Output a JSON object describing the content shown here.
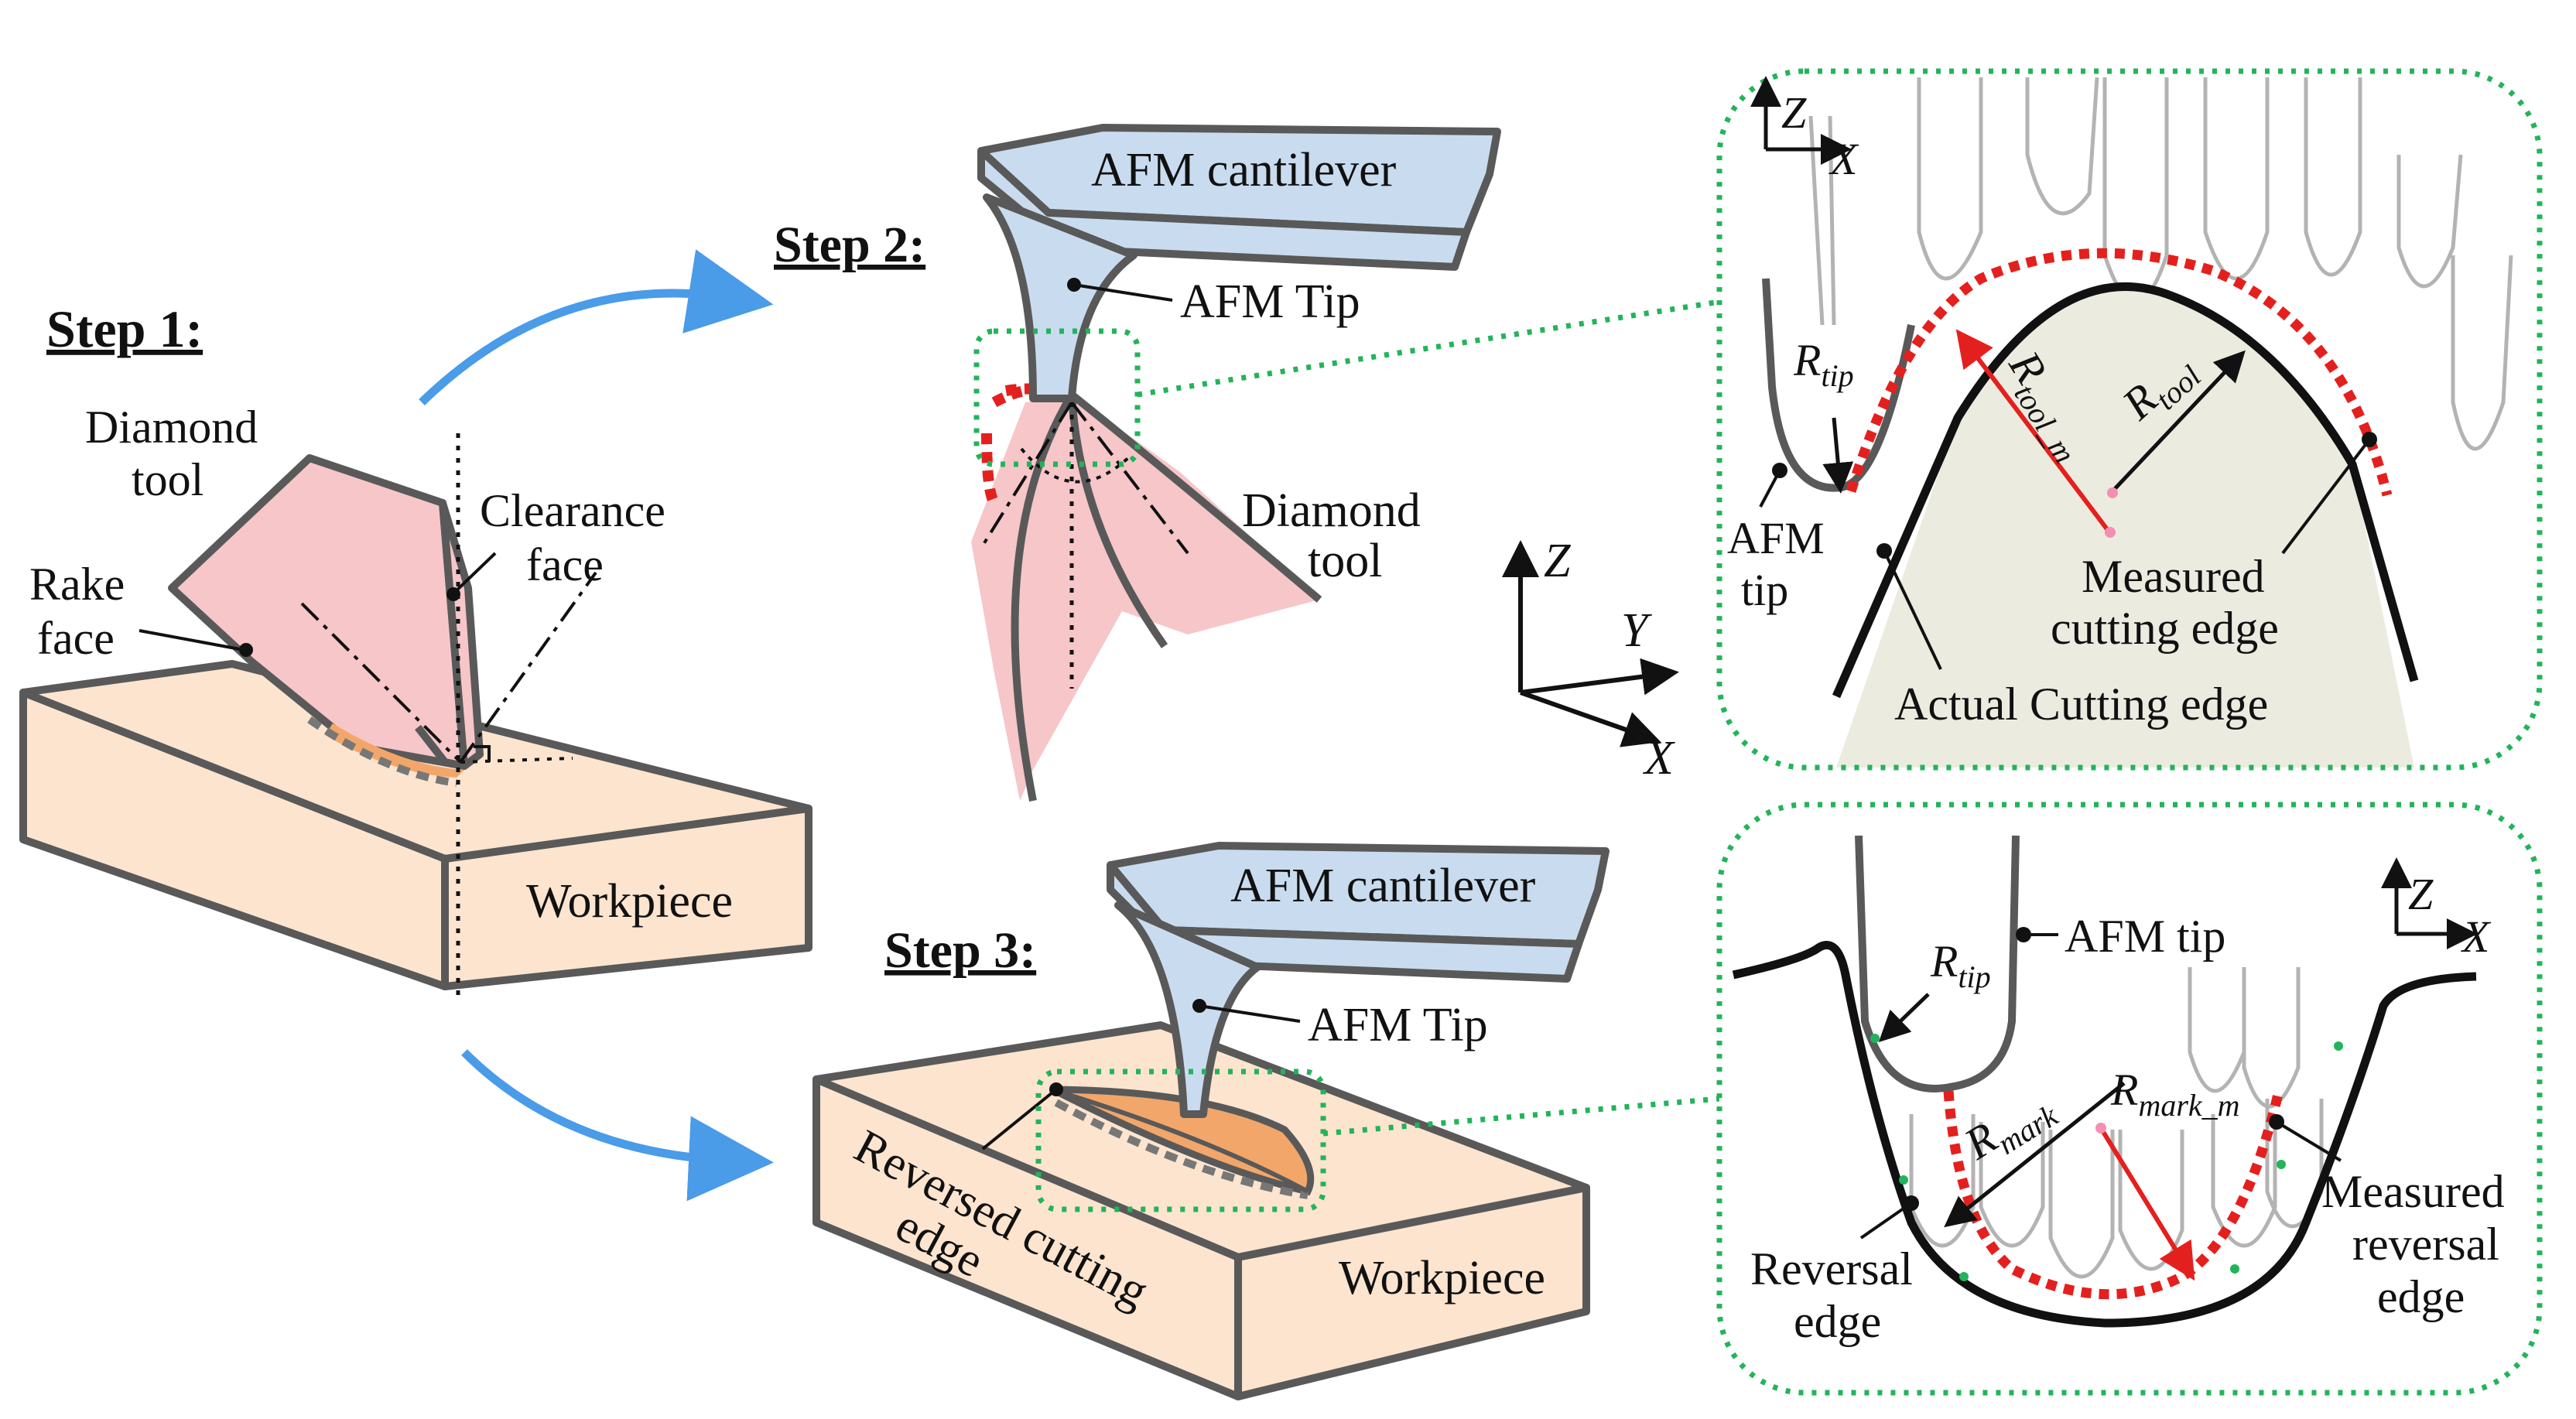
{
  "step1": {
    "title": "Step 1:",
    "diamond_tool": [
      "Diamond",
      "tool"
    ],
    "rake_face": [
      "Rake",
      "face"
    ],
    "clearance_face": [
      "Clearance",
      "face"
    ],
    "workpiece": "Workpiece"
  },
  "step2": {
    "title": "Step 2:",
    "cantilever": "AFM cantilever",
    "tip": "AFM Tip",
    "diamond_tool": [
      "Diamond",
      "tool"
    ]
  },
  "step3": {
    "title": "Step 3:",
    "cantilever": "AFM cantilever",
    "tip": "AFM Tip",
    "reversed_edge": [
      "Reversed cutting",
      "edge"
    ],
    "workpiece": "Workpiece"
  },
  "axes_center": {
    "z": "Z",
    "y": "Y",
    "x": "X"
  },
  "panel_top": {
    "axis_z": "Z",
    "axis_x": "X",
    "r_tip": {
      "base": "R",
      "sub": "tip"
    },
    "r_tool_m": {
      "base": "R",
      "sub": "tool_m"
    },
    "r_tool": {
      "base": "R",
      "sub": "tool"
    },
    "afm_tip": [
      "AFM",
      "tip"
    ],
    "measured_edge": [
      "Measured",
      "cutting edge"
    ],
    "actual_edge": "Actual Cutting edge"
  },
  "panel_bottom": {
    "axis_z": "Z",
    "axis_x": "X",
    "r_tip": {
      "base": "R",
      "sub": "tip"
    },
    "afm_tip": "AFM tip",
    "r_mark": {
      "base": "R",
      "sub": "mark"
    },
    "r_mark_m": {
      "base": "R",
      "sub": "mark_m"
    },
    "reversal_edge": [
      "Reversal",
      "edge"
    ],
    "measured_reversal": [
      "Measured",
      "reversal",
      "edge"
    ]
  },
  "colors": {
    "tool_pink": "#f6c6c9",
    "workpiece": "#fde4cf",
    "cantilever": "#c9dcef",
    "outline": "#595959",
    "measured_red": "#e4201e",
    "frame_green": "#22b45a",
    "arrow_blue": "#4a9be8",
    "panel_fill": "#ecebe0"
  }
}
